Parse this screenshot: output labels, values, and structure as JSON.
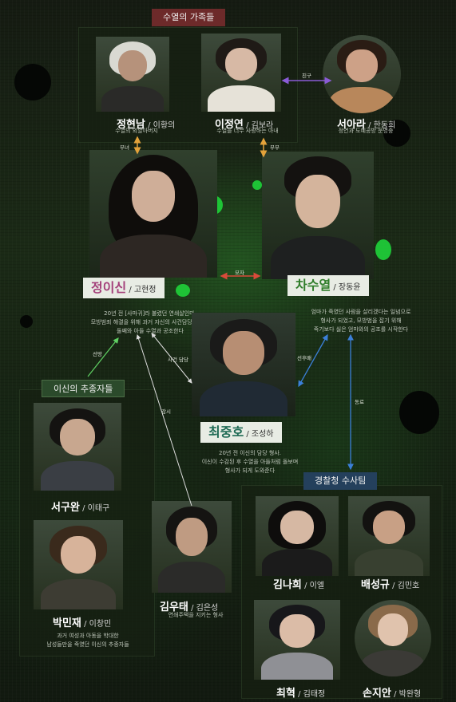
{
  "groups": {
    "family": "수열의 가족들",
    "chasers": "이신의 추종자들",
    "police": "경찰청 수사팀"
  },
  "family": {
    "father": {
      "name": "정현남",
      "actor": "이황의",
      "desc": "수열의 외할아버지"
    },
    "wife": {
      "name": "이정연",
      "actor": "김보라",
      "desc": "수열을 너무 사랑하는 아내"
    },
    "friend": {
      "name": "서아라",
      "actor": "한동희",
      "desc": "정연과 도예공방 운영중"
    }
  },
  "main": {
    "yisin": {
      "name": "정이신",
      "actor": "고현정",
      "desc": [
        "20년 전 [사마귀]라 불렸던 연쇄살인마.",
        "모방범죄 해결을 위해 과거 자신의 사건담당 형사인",
        "둘째와 아들 수열과 공조한다"
      ]
    },
    "suyeol": {
      "name": "차수열",
      "actor": "장동윤",
      "desc": [
        "엄마가 죽였던 사람을 살리겠다는 일념으로",
        "형사가 되었고, 모방범을 잡기 위해",
        "죽기보다 싫은 엄마와의 공조를 시작한다"
      ]
    },
    "jungho": {
      "name": "최중호",
      "actor": "조성하",
      "desc": [
        "20년 전 이신의 담당 형사.",
        "이신이 수감된 후 수열을 아들처럼 돌보며",
        "형사가 되게 도와준다"
      ]
    }
  },
  "relations": {
    "friend": "친구",
    "grandfather": "부녀",
    "couple": "부부",
    "mother_son": "모자",
    "chief": "선망",
    "case": "사건 담당",
    "senior": "선후배",
    "colleague": "동료",
    "watch": "감시"
  },
  "chasers": {
    "guwan": {
      "name": "서구완",
      "actor": "이태구"
    },
    "minje": {
      "name": "박민재",
      "actor": "이창민"
    },
    "chasers_desc": [
      "과거 여성과 아동을 학대한",
      "남성들만을 죽였던 이신의 추종자들"
    ]
  },
  "woo": {
    "name": "김우태",
    "actor": "김은성",
    "desc": "연쇄주택을 지키는 형사"
  },
  "police": {
    "nahee": {
      "name": "김나희",
      "actor": "이엘"
    },
    "seonggyu": {
      "name": "배성규",
      "actor": "김민호"
    },
    "choehyeok": {
      "name": "최혁",
      "actor": "김태정"
    },
    "sonjian": {
      "name": "손지안",
      "actor": "박완형"
    }
  },
  "colors": {
    "accent_green": "#1fd33a",
    "arrow_purple": "#8a5bd6",
    "arrow_orange": "#e3a23a",
    "arrow_red": "#d94a3a",
    "arrow_blue": "#3b7fd8"
  }
}
